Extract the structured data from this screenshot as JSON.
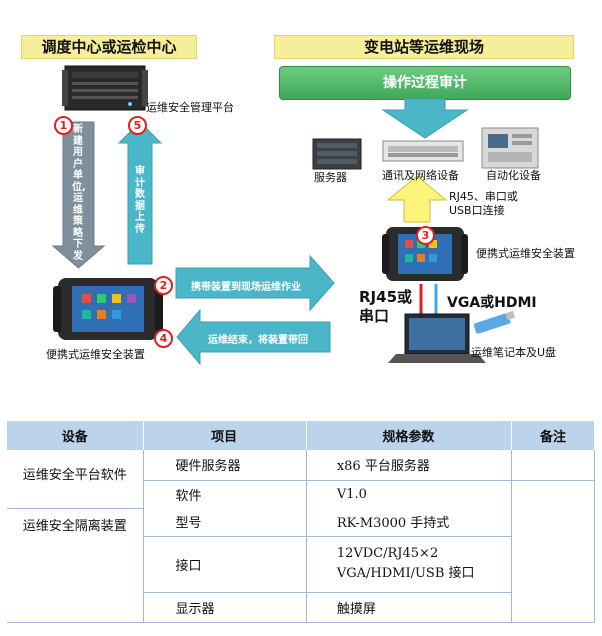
{
  "headers": {
    "left": "调度中心或运检中心",
    "right": "变电站等运维现场"
  },
  "audit_box": "操作过程审计",
  "labels": {
    "platform": "运维安全管理平台",
    "server": "服务器",
    "network": "通讯及网络设备",
    "automation": "自动化设备",
    "usb_conn": "RJ45、串口或\nUSB口连接",
    "device_top": "便携式运维安全装置",
    "device_left": "便携式运维安全装置",
    "rj45": "RJ45或\n串口",
    "vga": "VGA或HDMI",
    "laptop": "运维笔记本及U盘"
  },
  "arrows": {
    "down_text": "新建用户单位,运维策略下发",
    "up_text": "审计数据上传",
    "right_text": "携带装置到现场运维作业",
    "left_text": "运维结束，将装置带回"
  },
  "steps": [
    "1",
    "2",
    "3",
    "4",
    "5"
  ],
  "table": {
    "headers": [
      "设备",
      "项目",
      "规格参数",
      "备注"
    ],
    "group1": "运维安全平台软件",
    "group2": "运维安全隔离装置",
    "rows": [
      {
        "item": "硬件服务器",
        "spec": "x86 平台服务器"
      },
      {
        "item": "软件",
        "spec": "V1.0"
      },
      {
        "item": "型号",
        "spec": "RK-M3000 手持式"
      },
      {
        "item": "接口",
        "spec": "12VDC/RJ45×2\nVGA/HDMI/USB 接口"
      },
      {
        "item": "显示器",
        "spec": "触摸屏"
      }
    ],
    "remark": ""
  },
  "colors": {
    "header_yellow": "#f6ee9a",
    "audit_green": "#4db868",
    "arrow_teal": "#4bb6c8",
    "arrow_gray": "#7f8f9c",
    "arrow_yellow": "#fdf57a",
    "circle_red": "#e02020",
    "table_header": "#bcd3ec"
  }
}
